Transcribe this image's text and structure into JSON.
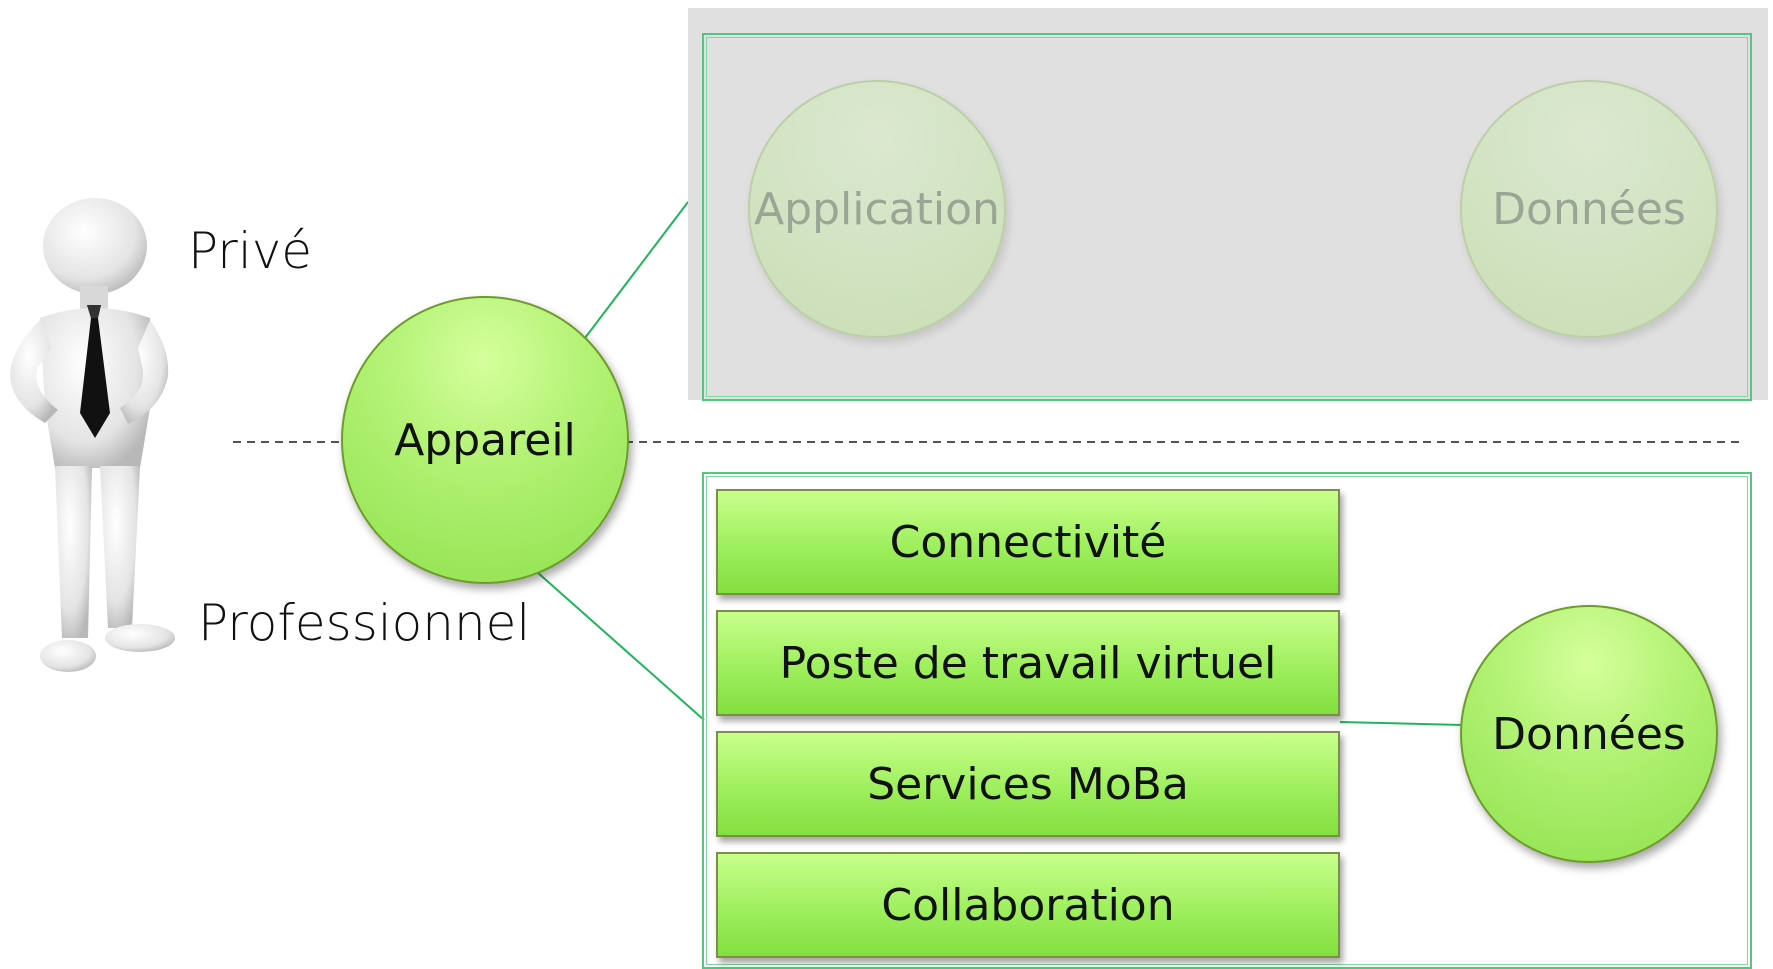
{
  "labels": {
    "private": "Privé",
    "professional": "Professionnel"
  },
  "device": {
    "label": "Appareil"
  },
  "private_zone": {
    "application": "Application",
    "data": "Données"
  },
  "professional_zone": {
    "services": [
      "Connectivité",
      "Poste de travail virtuel",
      "Services MoBa",
      "Collaboration"
    ],
    "data": "Données"
  },
  "colors": {
    "node_green": "#a8ec66",
    "line_green": "#1fb55b",
    "frame_green": "#4fc97c",
    "grey_panel": "#e0e0e0",
    "faded_text": "#9aa595"
  },
  "icons": {
    "person": "person-with-tie-icon"
  }
}
